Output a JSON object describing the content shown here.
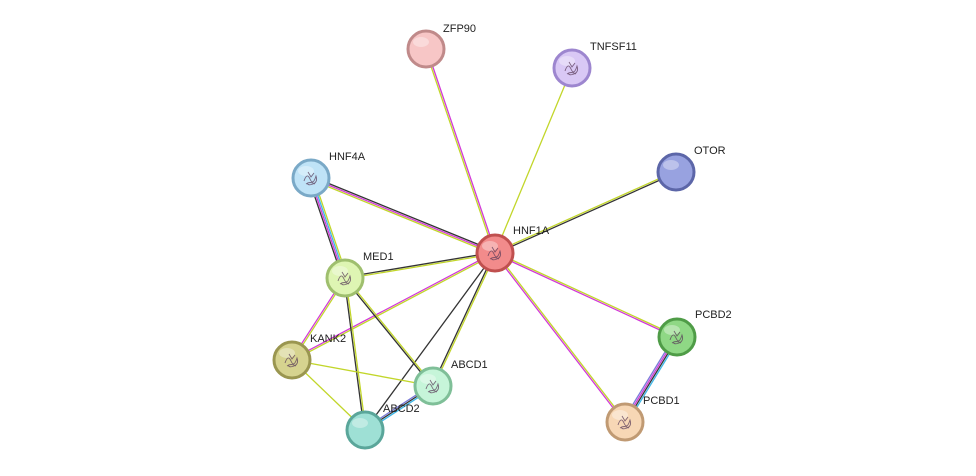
{
  "nodes": [
    {
      "id": "ZFP90",
      "label": "ZFP90",
      "fill": "#f7c6c6",
      "stroke": "#c08a8a",
      "structure": false
    },
    {
      "id": "TNFSF11",
      "label": "TNFSF11",
      "fill": "#d9c8f5",
      "stroke": "#9d86cf",
      "structure": true
    },
    {
      "id": "OTOR",
      "label": "OTOR",
      "fill": "#98a2e0",
      "stroke": "#5c66a8",
      "structure": false
    },
    {
      "id": "HNF4A",
      "label": "HNF4A",
      "fill": "#bfe3f7",
      "stroke": "#7aa9c7",
      "structure": true
    },
    {
      "id": "HNF1A",
      "label": "HNF1A",
      "fill": "#f28b8b",
      "stroke": "#c0504f",
      "structure": true
    },
    {
      "id": "MED1",
      "label": "MED1",
      "fill": "#def5b3",
      "stroke": "#9fbf6e",
      "structure": true
    },
    {
      "id": "PCBD2",
      "label": "PCBD2",
      "fill": "#8fd885",
      "stroke": "#4f9c47",
      "structure": true
    },
    {
      "id": "KANK2",
      "label": "KANK2",
      "fill": "#d6d38f",
      "stroke": "#9a9650",
      "structure": true
    },
    {
      "id": "ABCD1",
      "label": "ABCD1",
      "fill": "#c6f5d9",
      "stroke": "#7fbf98",
      "structure": true
    },
    {
      "id": "PCBD1",
      "label": "PCBD1",
      "fill": "#f7d7b5",
      "stroke": "#c09a73",
      "structure": true
    },
    {
      "id": "ABCD2",
      "label": "ABCD2",
      "fill": "#9ee0d5",
      "stroke": "#5aa69a",
      "structure": false
    }
  ],
  "edges": [
    {
      "from": "HNF1A",
      "to": "ZFP90",
      "colors": [
        "#c2d62a",
        "#d23ad8"
      ]
    },
    {
      "from": "HNF1A",
      "to": "TNFSF11",
      "colors": [
        "#c2d62a"
      ]
    },
    {
      "from": "HNF1A",
      "to": "OTOR",
      "colors": [
        "#c2d62a",
        "#333333"
      ]
    },
    {
      "from": "HNF1A",
      "to": "HNF4A",
      "colors": [
        "#c2d62a",
        "#d23ad8",
        "#333333"
      ]
    },
    {
      "from": "HNF1A",
      "to": "MED1",
      "colors": [
        "#c2d62a",
        "#333333"
      ]
    },
    {
      "from": "HNF1A",
      "to": "PCBD2",
      "colors": [
        "#c2d62a",
        "#d23ad8"
      ]
    },
    {
      "from": "HNF1A",
      "to": "PCBD1",
      "colors": [
        "#c2d62a",
        "#d23ad8"
      ]
    },
    {
      "from": "HNF1A",
      "to": "KANK2",
      "colors": [
        "#c2d62a",
        "#d23ad8"
      ]
    },
    {
      "from": "HNF1A",
      "to": "ABCD1",
      "colors": [
        "#c2d62a",
        "#333333"
      ]
    },
    {
      "from": "HNF1A",
      "to": "ABCD2",
      "colors": [
        "#333333"
      ]
    },
    {
      "from": "HNF4A",
      "to": "MED1",
      "colors": [
        "#c2d62a",
        "#3fb8e8",
        "#d23ad8",
        "#333333"
      ]
    },
    {
      "from": "MED1",
      "to": "KANK2",
      "colors": [
        "#c2d62a",
        "#d23ad8"
      ]
    },
    {
      "from": "MED1",
      "to": "ABCD1",
      "colors": [
        "#c2d62a",
        "#333333"
      ]
    },
    {
      "from": "MED1",
      "to": "ABCD2",
      "colors": [
        "#c2d62a",
        "#333333"
      ]
    },
    {
      "from": "KANK2",
      "to": "ABCD1",
      "colors": [
        "#c2d62a"
      ]
    },
    {
      "from": "KANK2",
      "to": "ABCD2",
      "colors": [
        "#c2d62a"
      ]
    },
    {
      "from": "ABCD1",
      "to": "ABCD2",
      "colors": [
        "#3fb8e8",
        "#333333",
        "#7a7ad8"
      ]
    },
    {
      "from": "PCBD2",
      "to": "PCBD1",
      "colors": [
        "#3fb8e8",
        "#333333",
        "#d23ad8",
        "#7a7ad8"
      ]
    }
  ]
}
